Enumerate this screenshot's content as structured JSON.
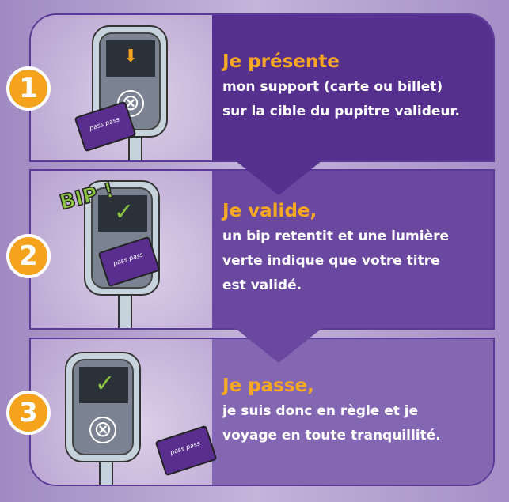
{
  "steps": [
    {
      "number": "1",
      "title": "Je présente",
      "lines": [
        "mon support (carte ou billet)",
        "sur la cible du pupitre valideur."
      ],
      "screen_icon": "arrow-down-icon"
    },
    {
      "number": "2",
      "title": "Je valide,",
      "lines": [
        "un bip retentit et une lumière",
        "verte indique que votre titre",
        "est validé."
      ],
      "bubble": "BIP !",
      "screen_icon": "check-icon"
    },
    {
      "number": "3",
      "title": "Je passe,",
      "lines": [
        "je suis donc en règle et je",
        "voyage en toute tranquillité."
      ],
      "screen_icon": "check-icon"
    }
  ],
  "card_label": "pass pass",
  "colors": {
    "accent": "#f5a21c",
    "check": "#8cc63f"
  }
}
